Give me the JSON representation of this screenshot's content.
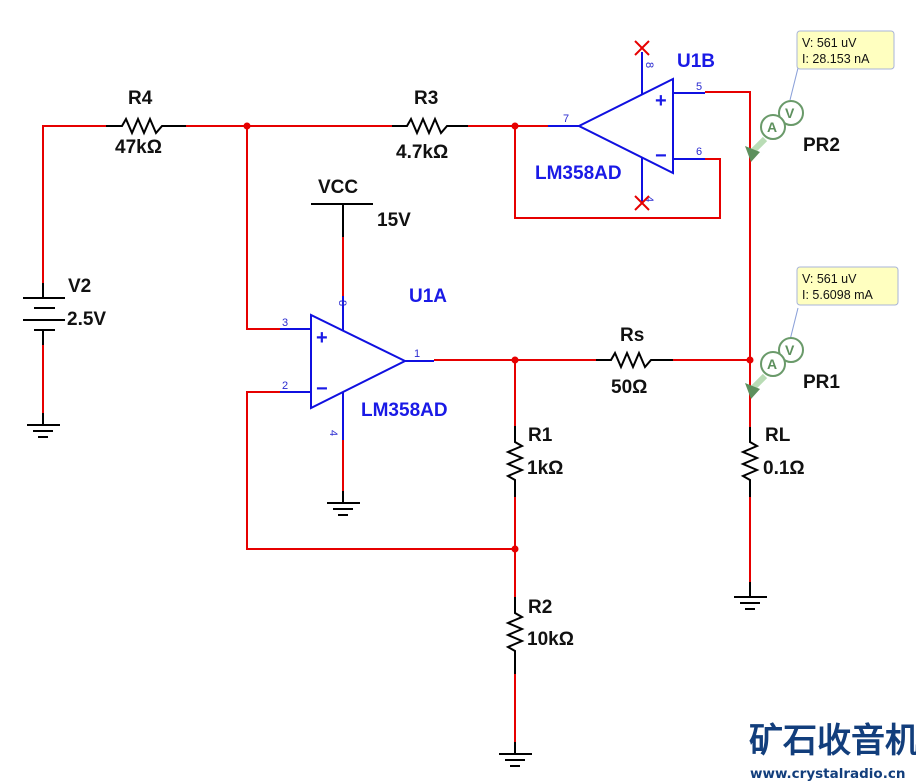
{
  "schematic": {
    "components": {
      "R4": {
        "name": "R4",
        "value": "47kΩ"
      },
      "R3": {
        "name": "R3",
        "value": "4.7kΩ"
      },
      "Rs": {
        "name": "Rs",
        "value": "50Ω"
      },
      "R1": {
        "name": "R1",
        "value": "1kΩ"
      },
      "R2": {
        "name": "R2",
        "value": "10kΩ"
      },
      "RL": {
        "name": "RL",
        "value": "0.1Ω"
      },
      "V2": {
        "name": "V2",
        "value": "2.5V"
      },
      "VCC": {
        "name": "VCC",
        "value": "15V"
      },
      "U1A": {
        "name": "U1A",
        "part": "LM358AD",
        "pins": {
          "plus": "3",
          "minus": "2",
          "out": "1",
          "vpos": "8",
          "vneg": "4"
        },
        "plus_sign": "+",
        "minus_sign": "−"
      },
      "U1B": {
        "name": "U1B",
        "part": "LM358AD",
        "pins": {
          "plus": "5",
          "minus": "6",
          "out": "7",
          "vpos": "8",
          "vneg": "4"
        },
        "plus_sign": "+",
        "minus_sign": "−"
      }
    },
    "probes": {
      "PR1": {
        "name": "PR1",
        "voltage": "V: 561 uV",
        "current": "I: 5.6098 mA",
        "ammeter_glyph": "A",
        "voltmeter_glyph": "V"
      },
      "PR2": {
        "name": "PR2",
        "voltage": "V: 561 uV",
        "current": "I: 28.153 nA",
        "ammeter_glyph": "A",
        "voltmeter_glyph": "V"
      }
    },
    "colors": {
      "wire": "#e60000",
      "opamp": "#1010e0",
      "component": "#000000",
      "probe": "#6a9a6a",
      "probe_box": "#ffffc0",
      "watermark": "#123e7c"
    }
  },
  "watermark": {
    "title": "矿石收音机",
    "url": "www.crystalradio.cn"
  }
}
